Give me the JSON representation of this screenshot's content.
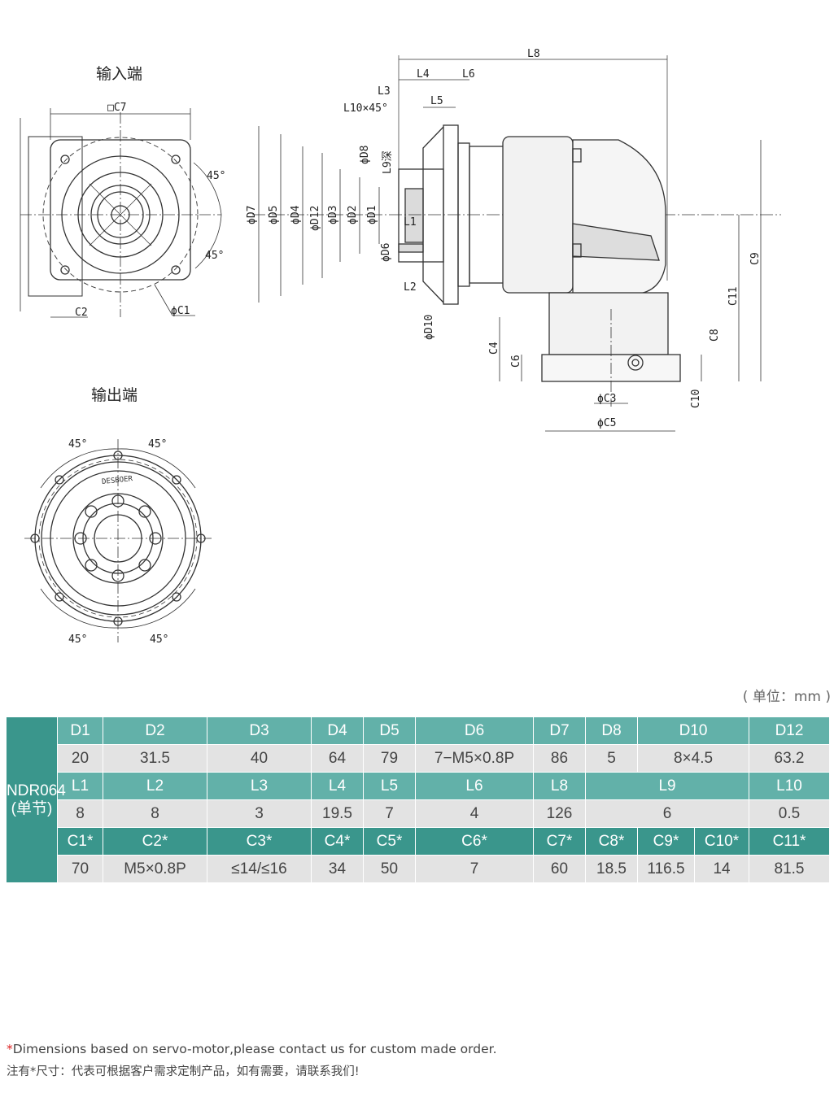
{
  "drawing": {
    "input_title": "输入端",
    "output_title": "输出端",
    "brand_mark": "DESBOER",
    "labels": {
      "c7": "□C7",
      "angle45": "45°",
      "c2": "C2",
      "c1": "ϕC1",
      "l8": "L8",
      "l4": "L4",
      "l6": "L6",
      "l3": "L3",
      "l5": "L5",
      "l10": "L10×45°",
      "d7": "ϕD7",
      "d5": "ϕD5",
      "d4": "ϕD4",
      "d12": "ϕD12",
      "d3": "ϕD3",
      "d2": "ϕD2",
      "d1": "ϕD1",
      "d8": "ϕD8",
      "l9": "L9深",
      "d6": "ϕD6",
      "l1": "L1",
      "l2": "L2",
      "d10": "ϕD10",
      "c9": "C9",
      "c11": "C11",
      "c4": "C4",
      "c6": "C6",
      "c8": "C8",
      "c10": "C10",
      "c3": "ϕC3",
      "c5": "ϕC5"
    }
  },
  "unit_note": "( 单位：mm )",
  "table": {
    "model": "NDR064",
    "model_sub": "(单节)",
    "row1_headers": [
      "D1",
      "D2",
      "D3",
      "D4",
      "D5",
      "D6",
      "D7",
      "D8",
      "D10",
      "D12"
    ],
    "row1_values": [
      "20",
      "31.5",
      "40",
      "64",
      "79",
      "7−M5×0.8P",
      "86",
      "5",
      "8×4.5",
      "63.2"
    ],
    "row2_headers": [
      "L1",
      "L2",
      "L3",
      "L4",
      "L5",
      "L6",
      "L8",
      "L9",
      "L10"
    ],
    "row2_values": [
      "8",
      "8",
      "3",
      "19.5",
      "7",
      "4",
      "126",
      "6",
      "0.5"
    ],
    "row3_headers": [
      "C1*",
      "C2*",
      "C3*",
      "C4*",
      "C5*",
      "C6*",
      "C7*",
      "C8*",
      "C9*",
      "C10*",
      "C11*"
    ],
    "row3_values": [
      "70",
      "M5×0.8P",
      "≤14/≤16",
      "34",
      "50",
      "7",
      "60",
      "18.5",
      "116.5",
      "14",
      "81.5"
    ]
  },
  "footnote": {
    "star": "*",
    "en": "Dimensions based on servo-motor,please contact us for custom made order.",
    "cn": "注有*尺寸：代表可根据客户需求定制产品，如有需要，请联系我们!"
  }
}
